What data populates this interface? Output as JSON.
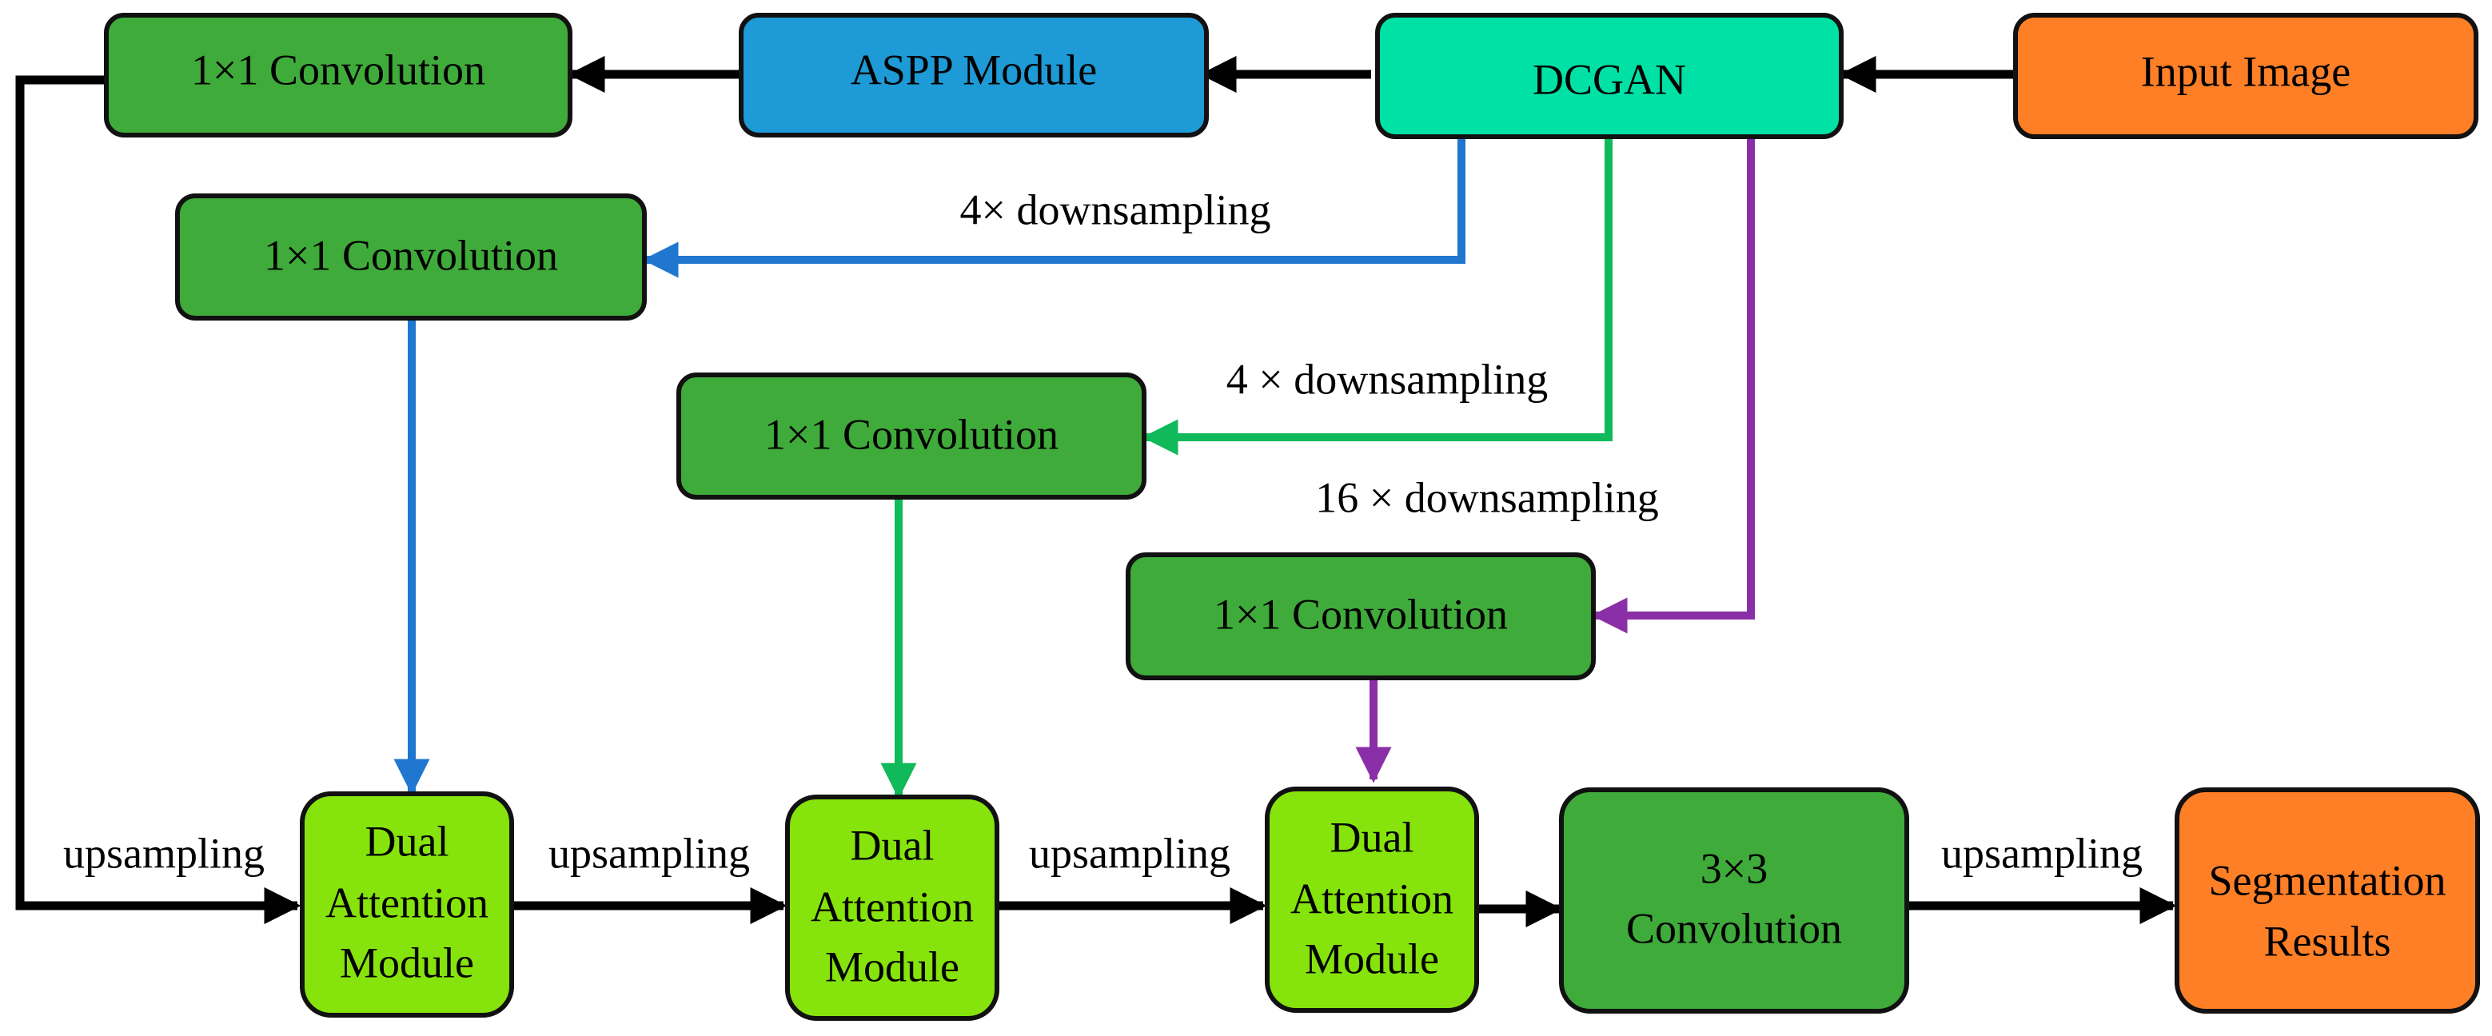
{
  "diagram": {
    "nodes": {
      "input_image": {
        "label": "Input Image"
      },
      "dcgan": {
        "label": "DCGAN"
      },
      "aspp_module": {
        "label": "ASPP Module"
      },
      "conv_top": {
        "label": "1×1 Convolution"
      },
      "conv_branch_blue": {
        "label": "1×1 Convolution"
      },
      "conv_branch_green": {
        "label": "1×1 Convolution"
      },
      "conv_branch_purple": {
        "label": "1×1 Convolution"
      },
      "dam1": {
        "lines": [
          "Dual",
          "Attention",
          "Module"
        ]
      },
      "dam2": {
        "lines": [
          "Dual",
          "Attention",
          "Module"
        ]
      },
      "dam3": {
        "lines": [
          "Dual",
          "Attention",
          "Module"
        ]
      },
      "conv3x3": {
        "lines": [
          "3×3",
          "Convolution"
        ]
      },
      "seg_results": {
        "lines": [
          "Segmentation",
          "Results"
        ]
      }
    },
    "edge_labels": {
      "blue_branch": "4× downsampling",
      "green_branch": "4 × downsampling",
      "purple_branch": "16 × downsampling",
      "up1": "upsampling",
      "up2": "upsampling",
      "up3": "upsampling",
      "up4": "upsampling"
    },
    "colors": {
      "input_output": "#ff7f27",
      "dcgan": "#00e1a6",
      "aspp": "#1e9ad6",
      "conv": "#3fab3a",
      "dam": "#86e30b",
      "arrow_main": "#000000",
      "arrow_blue": "#1f77d0",
      "arrow_green": "#10b95a",
      "arrow_purple": "#8a2fa8"
    }
  }
}
